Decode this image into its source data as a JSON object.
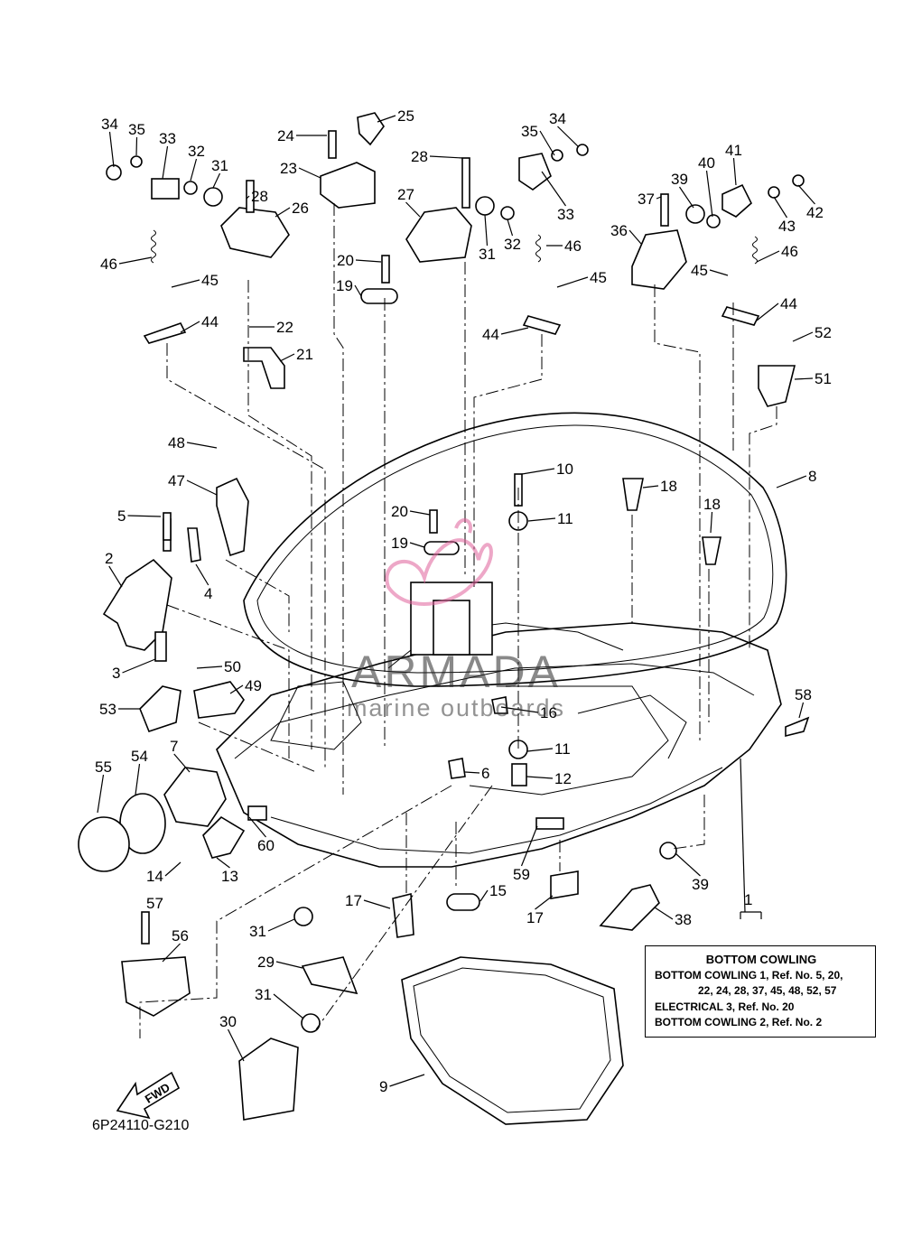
{
  "diagram_code": "6P24110-G210",
  "watermark": {
    "brand": "ARMADA",
    "tagline": "marine outboards"
  },
  "fwd_label": "FWD",
  "legend": {
    "title": "BOTTOM COWLING",
    "lines": [
      "BOTTOM COWLING 1,  Ref. No. 5, 20,",
      "22, 24, 28, 37, 45, 48, 52, 57",
      "ELECTRICAL 3,  Ref. No. 20",
      "BOTTOM COWLING 2,  Ref. No. 2"
    ]
  },
  "callouts": [
    {
      "text": "34"
    },
    {
      "text": "35"
    },
    {
      "text": "33"
    },
    {
      "text": "32"
    },
    {
      "text": "31"
    },
    {
      "text": "28"
    },
    {
      "text": "26"
    },
    {
      "text": "24"
    },
    {
      "text": "25"
    },
    {
      "text": "23"
    },
    {
      "text": "28"
    },
    {
      "text": "27"
    },
    {
      "text": "31"
    },
    {
      "text": "32"
    },
    {
      "text": "33"
    },
    {
      "text": "35"
    },
    {
      "text": "34"
    },
    {
      "text": "46"
    },
    {
      "text": "20"
    },
    {
      "text": "19"
    },
    {
      "text": "45"
    },
    {
      "text": "44"
    },
    {
      "text": "41"
    },
    {
      "text": "40"
    },
    {
      "text": "39"
    },
    {
      "text": "37"
    },
    {
      "text": "36"
    },
    {
      "text": "43"
    },
    {
      "text": "42"
    },
    {
      "text": "46"
    },
    {
      "text": "45"
    },
    {
      "text": "44"
    },
    {
      "text": "52"
    },
    {
      "text": "51"
    },
    {
      "text": "46"
    },
    {
      "text": "45"
    },
    {
      "text": "44"
    },
    {
      "text": "22"
    },
    {
      "text": "21"
    },
    {
      "text": "48"
    },
    {
      "text": "47"
    },
    {
      "text": "10"
    },
    {
      "text": "18"
    },
    {
      "text": "8"
    },
    {
      "text": "18"
    },
    {
      "text": "20"
    },
    {
      "text": "11"
    },
    {
      "text": "19"
    },
    {
      "text": "5"
    },
    {
      "text": "4"
    },
    {
      "text": "2"
    },
    {
      "text": "3"
    },
    {
      "text": "50"
    },
    {
      "text": "49"
    },
    {
      "text": "53"
    },
    {
      "text": "16"
    },
    {
      "text": "58"
    },
    {
      "text": "7"
    },
    {
      "text": "11"
    },
    {
      "text": "6"
    },
    {
      "text": "12"
    },
    {
      "text": "55"
    },
    {
      "text": "54"
    },
    {
      "text": "60"
    },
    {
      "text": "14"
    },
    {
      "text": "13"
    },
    {
      "text": "59"
    },
    {
      "text": "39"
    },
    {
      "text": "1"
    },
    {
      "text": "17"
    },
    {
      "text": "15"
    },
    {
      "text": "17"
    },
    {
      "text": "38"
    },
    {
      "text": "57"
    },
    {
      "text": "56"
    },
    {
      "text": "31"
    },
    {
      "text": "29"
    },
    {
      "text": "31"
    },
    {
      "text": "30"
    },
    {
      "text": "9"
    }
  ]
}
